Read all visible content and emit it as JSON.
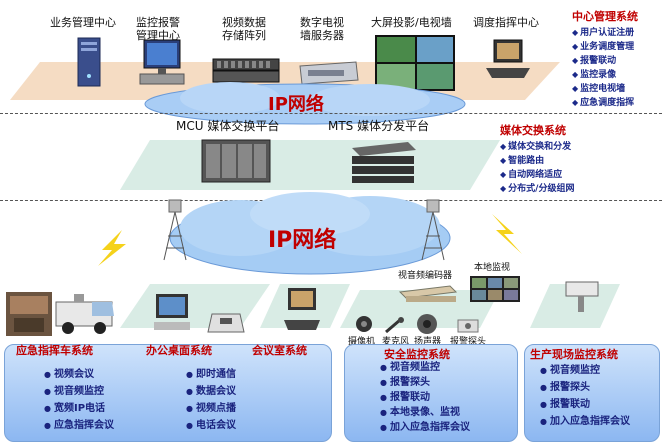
{
  "top_devices": [
    {
      "label": "业务管理中心"
    },
    {
      "label": "监控报警\n管理中心"
    },
    {
      "label": "视频数据\n存储阵列"
    },
    {
      "label": "数字电视\n墙服务器"
    },
    {
      "label": "大屏投影/电视墙"
    },
    {
      "label": "调度指挥中心"
    }
  ],
  "center_system": {
    "title": "中心管理系统",
    "items": [
      "用户认证注册",
      "业务调度管理",
      "报警联动",
      "监控录像",
      "监控电视墙",
      "应急调度指挥"
    ]
  },
  "ip_network_1": "IP网络",
  "media_platforms": {
    "mcu": "MCU 媒体交换平台",
    "mts": "MTS 媒体分发平台"
  },
  "media_system": {
    "title": "媒体交换系统",
    "items": [
      "媒体交换和分发",
      "智能路由",
      "自动网络适应",
      "分布式/分级组网"
    ]
  },
  "ip_network_2": "IP网络",
  "field_labels": {
    "encoder": "视音频编码器",
    "local_monitor": "本地监视",
    "camera": "摄像机",
    "mic": "麦克风",
    "speaker": "扬声器",
    "alarm_probe": "报警探头"
  },
  "bottom_systems": {
    "emergency_title": "应急指挥车系统",
    "office_title": "办公桌面系统",
    "meeting_title": "会议室系统",
    "left_items_1": [
      "视频会议",
      "视音频监控",
      "宽频IP电话",
      "应急指挥会议"
    ],
    "left_items_2": [
      "即时通信",
      "数据会议",
      "视频点播",
      "电话会议"
    ],
    "security_title": "安全监控系统",
    "security_items": [
      "视音频监控",
      "报警探头",
      "报警联动",
      "本地录像、监视",
      "加入应急指挥会议"
    ],
    "production_title": "生产现场监控系统",
    "production_items": [
      "视音频监控",
      "报警探头",
      "报警联动",
      "加入应急指挥会议"
    ]
  },
  "colors": {
    "accent_red": "#c00000",
    "list_blue": "#1a237e",
    "cloud_blue": "#9fc5f0",
    "box_blue": "#8cb7f1"
  }
}
